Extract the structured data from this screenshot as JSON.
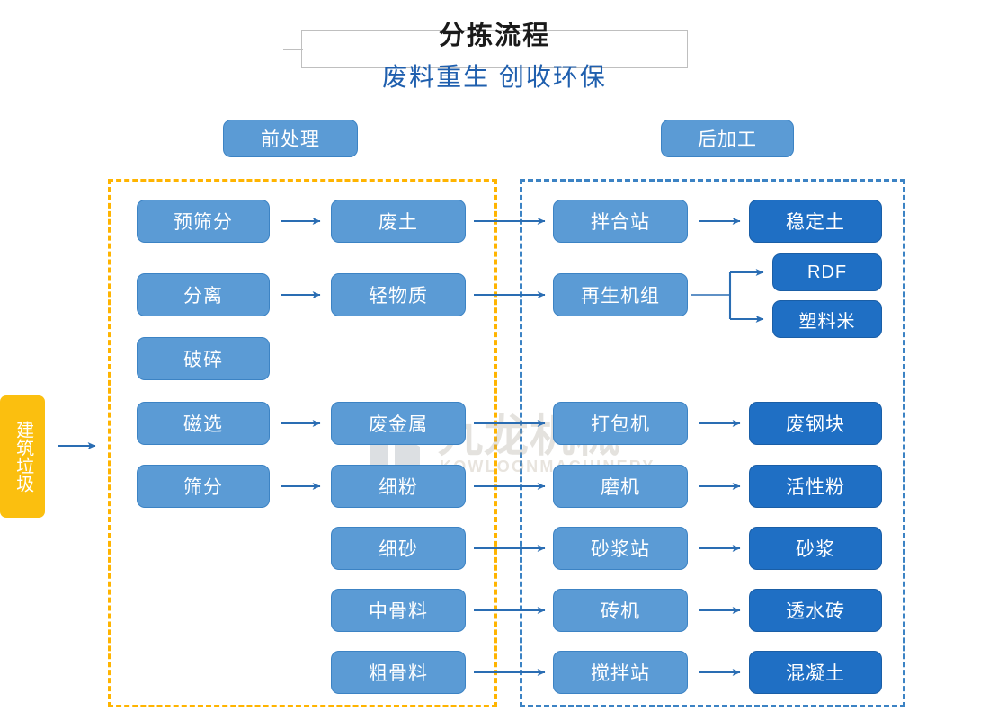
{
  "header": {
    "title": "分拣流程",
    "subtitle": "废料重生 创收环保"
  },
  "sections": [
    {
      "id": "pre",
      "label": "前处理",
      "border_color": "#ffb400"
    },
    {
      "id": "post",
      "label": "后加工",
      "border_color": "#3c83c4"
    }
  ],
  "source": {
    "label": "建筑垃圾",
    "color": "#fbbf0f"
  },
  "watermark": {
    "cn": "九龙机械",
    "en": "KOWLOONMACHINERY",
    "logo_icon": "kowloon-logo-icon"
  },
  "colors": {
    "node_mid": "#5b9bd5",
    "node_mid_border": "#3c83c4",
    "node_out": "#1f6fc4",
    "node_out_border": "#1a5ea6",
    "arrow": "#2a6db3",
    "title_sub": "#1f5fae"
  },
  "nodes": {
    "equipment_pre": [
      {
        "id": "pre-screen",
        "label": "预筛分"
      },
      {
        "id": "separation",
        "label": "分离"
      },
      {
        "id": "crushing",
        "label": "破碎"
      },
      {
        "id": "magnetic-sep",
        "label": "磁选"
      },
      {
        "id": "screening",
        "label": "筛分"
      }
    ],
    "materials": [
      {
        "id": "waste-soil",
        "label": "废土"
      },
      {
        "id": "light-material",
        "label": "轻物质"
      },
      {
        "id": "waste-metal",
        "label": "废金属"
      },
      {
        "id": "fine-powder",
        "label": "细粉"
      },
      {
        "id": "fine-sand",
        "label": "细砂"
      },
      {
        "id": "medium-aggregate",
        "label": "中骨料"
      },
      {
        "id": "coarse-aggregate",
        "label": "粗骨料"
      }
    ],
    "equipment_post": [
      {
        "id": "mixing-station",
        "label": "拌合站"
      },
      {
        "id": "regeneration-unit",
        "label": "再生机组"
      },
      {
        "id": "baler",
        "label": "打包机"
      },
      {
        "id": "grinder",
        "label": "磨机"
      },
      {
        "id": "mortar-station",
        "label": "砂浆站"
      },
      {
        "id": "brick-machine",
        "label": "砖机"
      },
      {
        "id": "stirring-station",
        "label": "搅拌站"
      }
    ],
    "products": [
      {
        "id": "stabilized-soil",
        "label": "稳定土"
      },
      {
        "id": "rdf",
        "label": "RDF"
      },
      {
        "id": "plastic-pellet",
        "label": "塑料米"
      },
      {
        "id": "scrap-steel",
        "label": "废钢块"
      },
      {
        "id": "active-powder",
        "label": "活性粉"
      },
      {
        "id": "mortar",
        "label": "砂浆"
      },
      {
        "id": "permeable-brick",
        "label": "透水砖"
      },
      {
        "id": "concrete",
        "label": "混凝土"
      }
    ]
  }
}
